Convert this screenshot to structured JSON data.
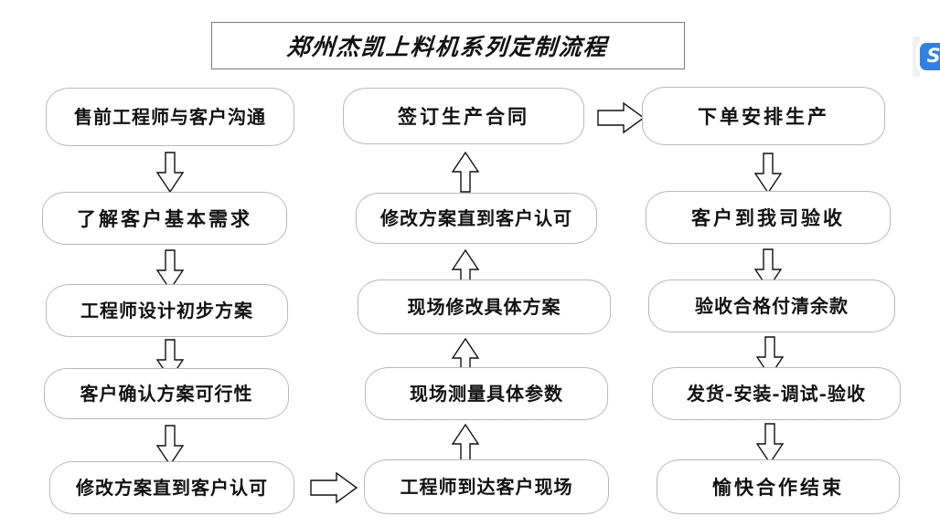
{
  "title": {
    "text": "郑州杰凯上料机系列定制流程"
  },
  "badge": {
    "glyph": "S",
    "color": "#2f7fe8"
  },
  "chart_data": {
    "type": "diagram",
    "title": "郑州杰凯上料机系列定制流程",
    "columns": [
      {
        "name": "column-1",
        "flow": "down",
        "nodes": [
          "售前工程师与客户沟通",
          "了解客户基本需求",
          "工程师设计初步方案",
          "客户确认方案可行性",
          "修改方案直到客户认可"
        ]
      },
      {
        "name": "column-2",
        "flow": "up",
        "nodes": [
          "签订生产合同",
          "修改方案直到客户认可",
          "现场修改具体方案",
          "现场测量具体参数",
          "工程师到达客户现场"
        ]
      },
      {
        "name": "column-3",
        "flow": "down",
        "nodes": [
          "下单安排生产",
          "客户到我司验收",
          "验收合格付清余款",
          "发货-安装-调试-验收",
          "愉快合作结束"
        ]
      }
    ],
    "connectors": [
      {
        "type": "arrow-right",
        "from": "修改方案直到客户认可",
        "to": "工程师到达客户现场"
      },
      {
        "type": "arrow-right",
        "from": "签订生产合同",
        "to": "下单安排生产"
      }
    ]
  },
  "col1": {
    "n0": "售前工程师与客户沟通",
    "n1": "了解客户基本需求",
    "n2": "工程师设计初步方案",
    "n3": "客户确认方案可行性",
    "n4": "修改方案直到客户认可"
  },
  "col2": {
    "n0": "签订生产合同",
    "n1": "修改方案直到客户认可",
    "n2": "现场修改具体方案",
    "n3": "现场测量具体参数",
    "n4": "工程师到达客户现场"
  },
  "col3": {
    "n0": "下单安排生产",
    "n1": "客户到我司验收",
    "n2": "验收合格付清余款",
    "n3": "发货-安装-调试-验收",
    "n4": "愉快合作结束"
  }
}
